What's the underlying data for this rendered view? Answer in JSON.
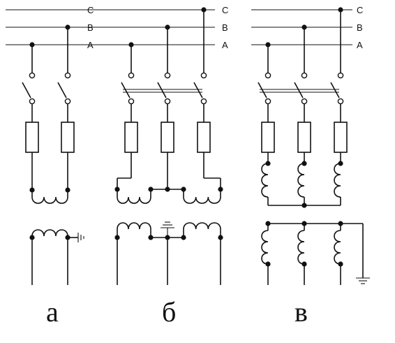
{
  "buses": [
    {
      "id": "C",
      "label": "C"
    },
    {
      "id": "B",
      "label": "B"
    },
    {
      "id": "A",
      "label": "A"
    }
  ],
  "panels": [
    {
      "id": "a",
      "caption": "а"
    },
    {
      "id": "b",
      "caption": "б"
    },
    {
      "id": "v",
      "caption": "в"
    }
  ]
}
